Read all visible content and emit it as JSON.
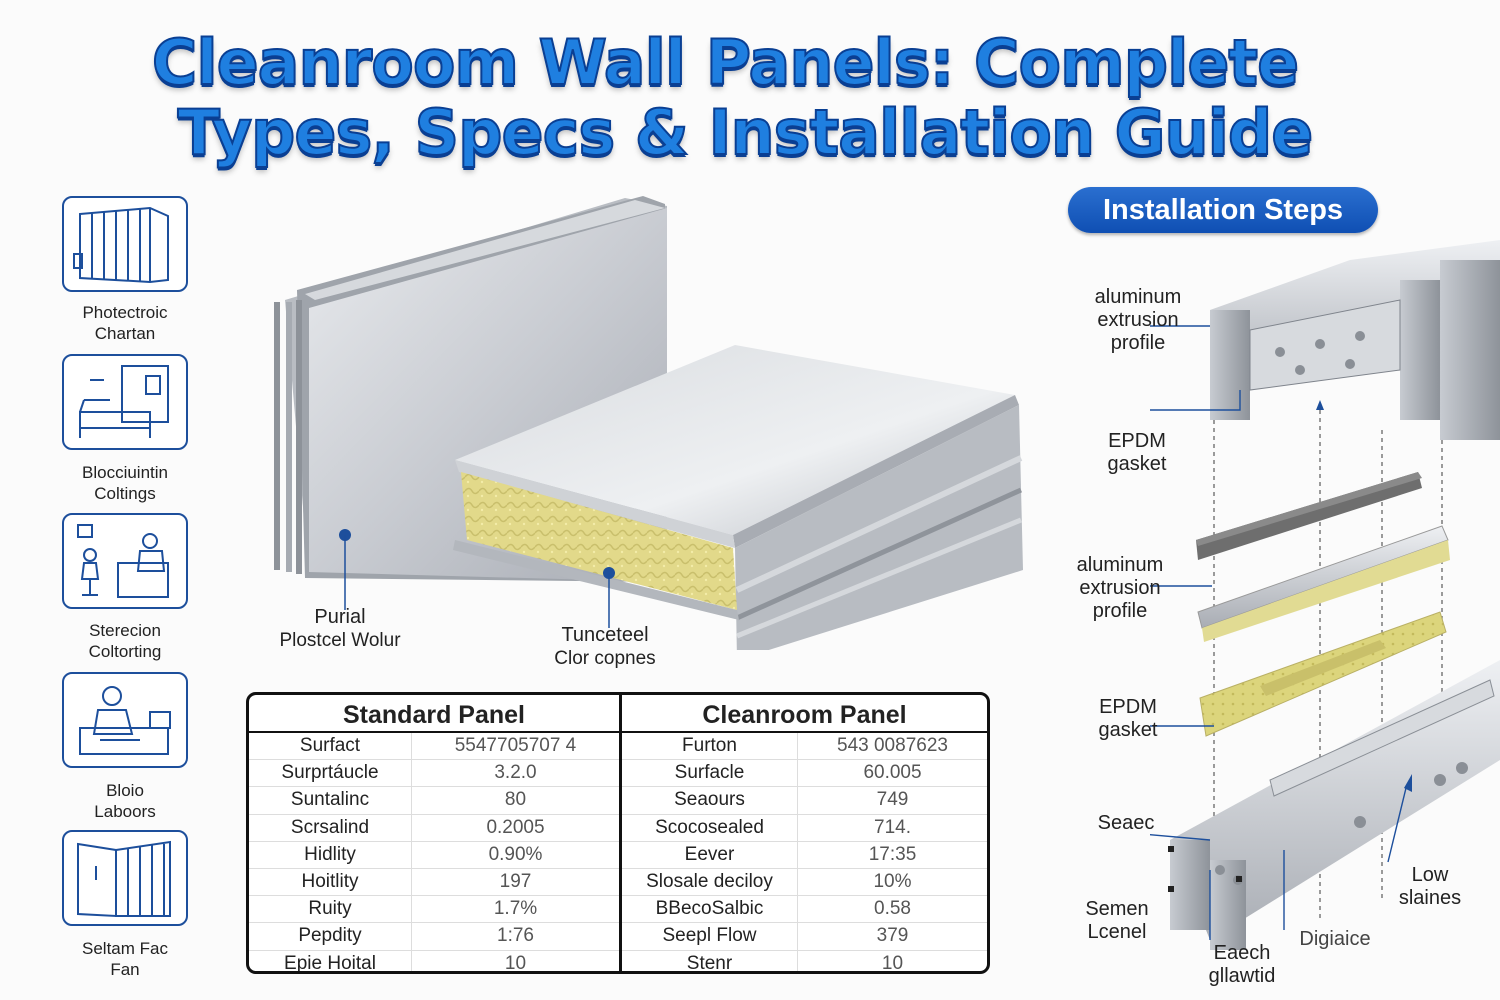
{
  "title": {
    "line1": "Cleanroom Wall Panels: Complete",
    "line2": "Types, Specs & Installation Guide"
  },
  "sidebar": {
    "items": [
      {
        "label1": "Photectroic",
        "label2": "Chartan",
        "icon": "cleanroom-wall-icon"
      },
      {
        "label1": "Blocciuintin",
        "label2": "Coltings",
        "icon": "bed-room-icon"
      },
      {
        "label1": "Sterecion",
        "label2": "Coltorting",
        "icon": "office-desk-icon"
      },
      {
        "label1": "Bloio",
        "label2": "Laboors",
        "icon": "lab-worker-icon"
      },
      {
        "label1": "Seltam Fac",
        "label2": "Fan",
        "icon": "door-panel-icon"
      }
    ]
  },
  "center": {
    "callout_left": {
      "line1": "Purial",
      "line2": "Plostcel Wolur"
    },
    "callout_right": {
      "line1": "Tunceteel",
      "line2": "Clor copnes"
    }
  },
  "installation": {
    "heading": "Installation Steps",
    "labels": {
      "profile1": [
        "aluminum",
        "extrusion",
        "profile"
      ],
      "gasket1": [
        "EPDM",
        "gasket"
      ],
      "profile2": [
        "aluminum",
        "extrusion",
        "profile"
      ],
      "gasket2": [
        "EPDM",
        "gasket"
      ],
      "seaec": "Seaec",
      "semen": [
        "Semen",
        "Lcenel"
      ],
      "eaech": [
        "Eaech",
        "gllawtid"
      ],
      "low": [
        "Low",
        "slaines"
      ],
      "digiaice": "Digiaice"
    }
  },
  "table": {
    "standard": {
      "header": "Standard Panel",
      "rows": [
        [
          "Surfact",
          "5547705707 4"
        ],
        [
          "Surprtáucle",
          "3.2.0"
        ],
        [
          "Suntalinc",
          "80"
        ],
        [
          "Scrsalind",
          "0.2005"
        ],
        [
          "Hidlity",
          "0.90%"
        ],
        [
          "Hoitlity",
          "197"
        ],
        [
          "Ruity",
          "1.7%"
        ],
        [
          "Pepdity",
          "1:76"
        ],
        [
          "Epie Hoital",
          "10"
        ]
      ]
    },
    "cleanroom": {
      "header": "Cleanroom Panel",
      "rows": [
        [
          "Furton",
          "543 0087623"
        ],
        [
          "Surfacle",
          "60.005"
        ],
        [
          "Seaours",
          "749"
        ],
        [
          "Scocosealed",
          "714."
        ],
        [
          "Eever",
          "17:35"
        ],
        [
          "Slosale deciloy",
          "10%"
        ],
        [
          "BBecoSalbic",
          "0.58"
        ],
        [
          "Seepl Flow",
          "379"
        ],
        [
          "Stenr",
          "10"
        ]
      ]
    }
  }
}
